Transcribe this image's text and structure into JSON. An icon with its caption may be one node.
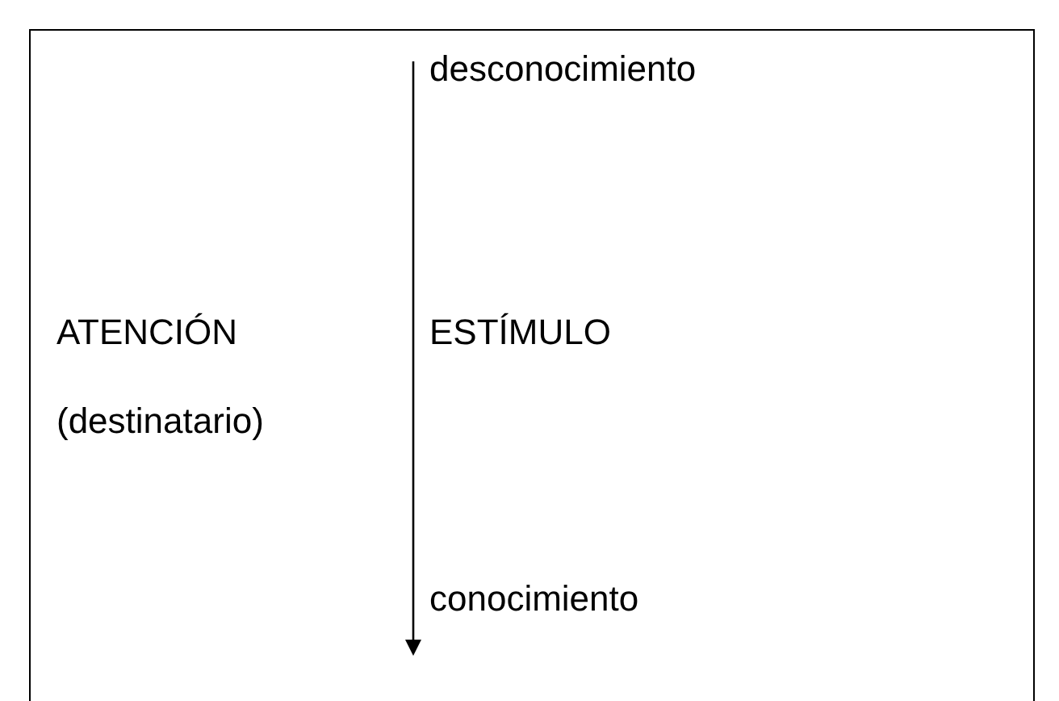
{
  "diagram": {
    "labels": [
      "desconocimiento",
      "ATENCIÓN",
      "ESTÍMULO",
      "(destinatario)",
      "conocimiento"
    ]
  }
}
